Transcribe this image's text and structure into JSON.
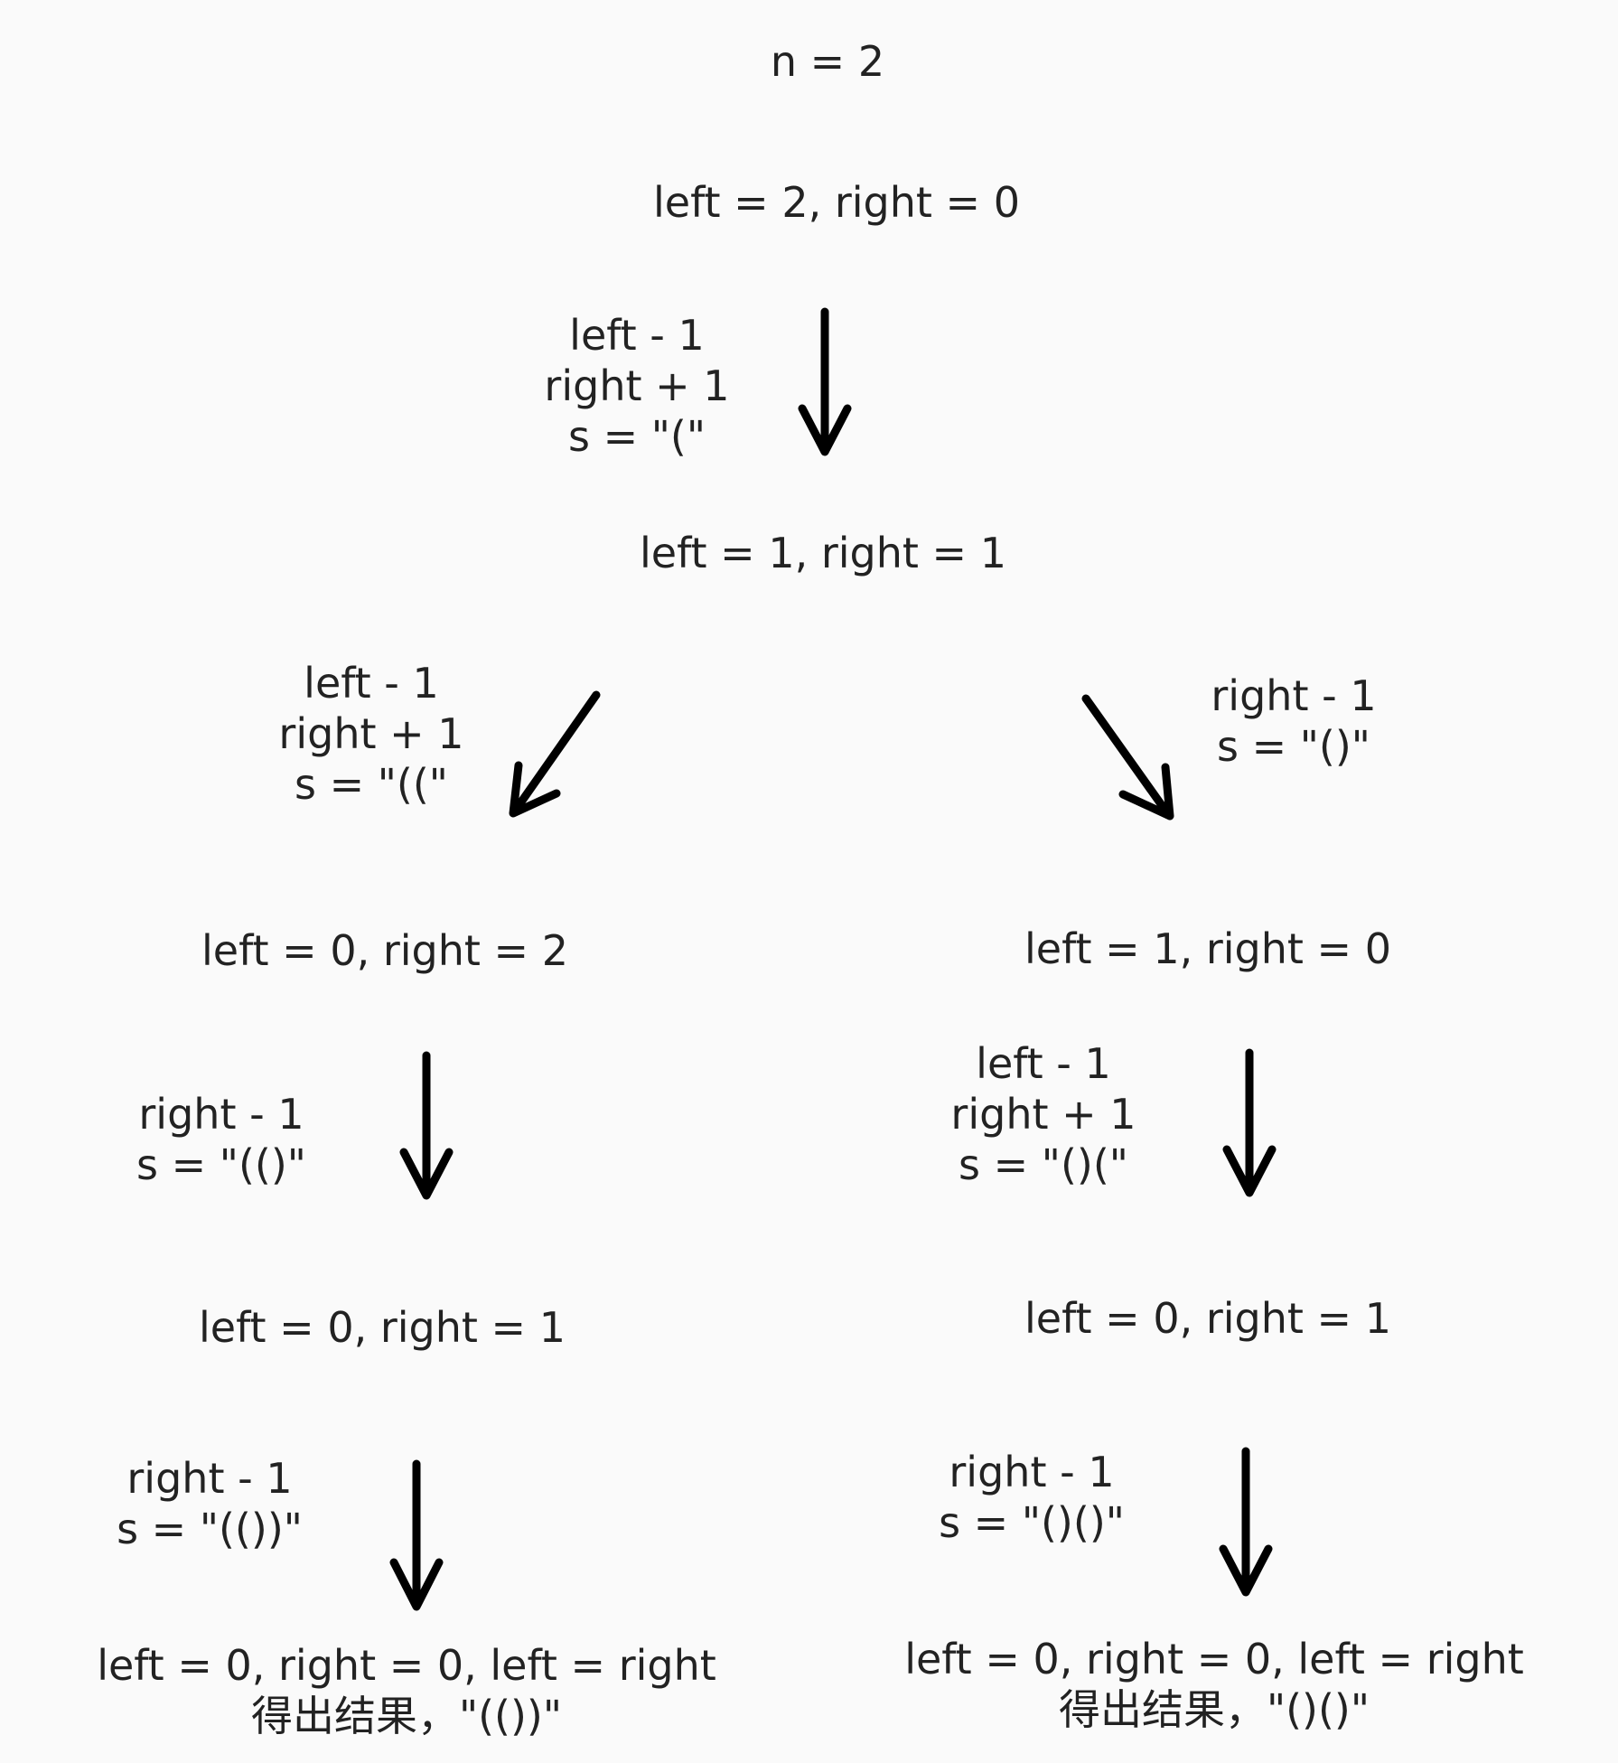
{
  "root": {
    "label": "n = 2"
  },
  "nodes": {
    "start": "left = 2, right = 0",
    "mid": "left = 1, right = 1",
    "l1": "left = 0, right = 2",
    "l2": "left = 0, right = 1",
    "l3": {
      "line1": "left = 0, right = 0, left = right",
      "line2": "得出结果，\"(())\""
    },
    "r1": "left = 1, right = 0",
    "r2": "left = 0, right = 1",
    "r3": {
      "line1": "left = 0, right = 0, left = right",
      "line2": "得出结果，\"()()\""
    }
  },
  "edges": {
    "e1": [
      "left - 1",
      "right + 1",
      "s = \"(\""
    ],
    "e2": [
      "left - 1",
      "right + 1",
      "s = \"((\""
    ],
    "e3": [
      "right - 1",
      "s = \"()\""
    ],
    "e4": [
      "right - 1",
      "s = \"(()\""
    ],
    "e5": [
      "right - 1",
      "s = \"(())\""
    ],
    "e6": [
      "left - 1",
      "right + 1",
      "s = \"()(\""
    ],
    "e7": [
      "right - 1",
      "s = \"()()\""
    ]
  }
}
